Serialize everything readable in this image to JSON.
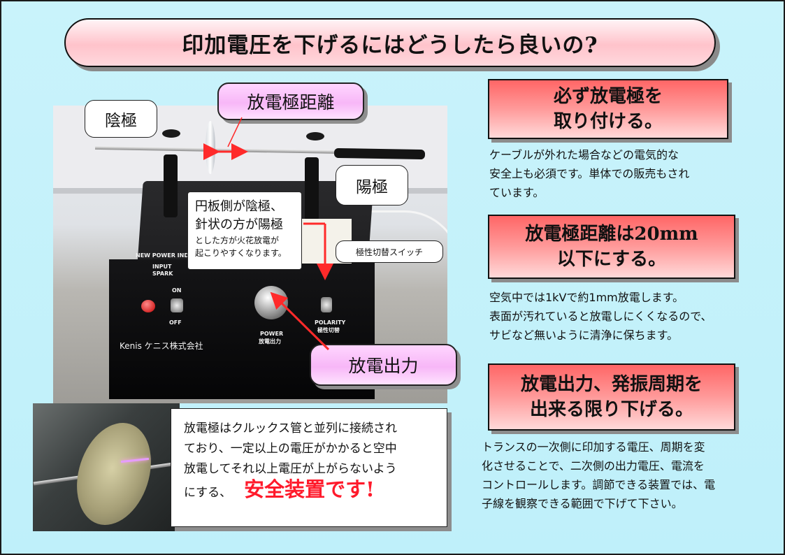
{
  "title": "印加電圧を下げるにはどうしたら良いの?",
  "photo": {
    "panel_label": "NEW POWER INDUCTION",
    "input_label": "INPUT",
    "spark_label": "SPARK",
    "on_label": "ON",
    "off_label": "OFF",
    "power_label": "POWER",
    "power_jp": "放電出力",
    "polarity_label": "POLARITY",
    "polarity_jp": "極性切替",
    "brand": "Kenis ケニス株式会社"
  },
  "callouts": {
    "cathode": "陰極",
    "anode": "陽極",
    "distance": "放電極距離",
    "output": "放電出力",
    "switch": "極性切替スイッチ",
    "polarity_note": {
      "line1": "円板側が陰極、",
      "line2": "針状の方が陽極",
      "line3": "とした方が火花放電が",
      "line4": "起こりやすくなります。"
    }
  },
  "safety": {
    "line1": "放電極はクルックス管と並列に接続され",
    "line2": "ており、一定以上の電圧がかかると空中",
    "line3": "放電してそれ以上電圧が上がらないよう",
    "line4": "にする、",
    "emphasis": "安全装置です!"
  },
  "points": [
    {
      "head1": "必ず放電極を",
      "head2": "取り付ける。",
      "desc1": "ケーブルが外れた場合などの電気的な",
      "desc2": "安全上も必須です。単体での販売もされ",
      "desc3": "ています。"
    },
    {
      "head1": "放電極距離は20mm",
      "head2": "以下にする。",
      "desc1": "空気中では1kVで約1mm放電します。",
      "desc2": "表面が汚れていると放電しにくくなるので、",
      "desc3": "サビなど無いように清浄に保ちます。"
    },
    {
      "head1": "放電出力、発振周期を",
      "head2": "出来る限り下げる。",
      "desc1": "トランスの一次側に印加する電圧、周期を変",
      "desc2": "化させることで、二次側の出力電圧、電流を",
      "desc3": "コントロールします。調節できる装置では、電",
      "desc4": "子線を観察できる範囲で下げて下さい。"
    }
  ],
  "colors": {
    "background": "#c8f2fa",
    "arrow": "#ff2a2a",
    "emphasis": "#ff1a2b"
  }
}
